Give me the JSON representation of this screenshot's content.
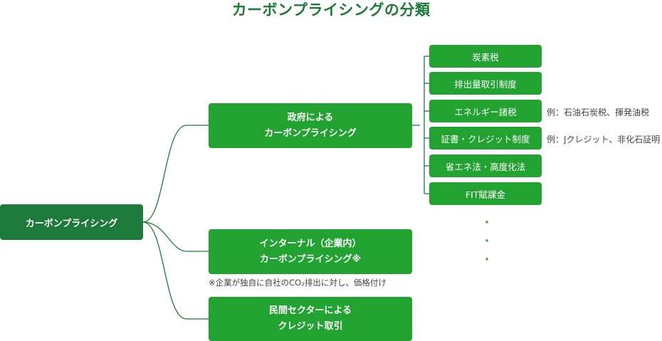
{
  "title": "カーボンプライシングの分類",
  "root": {
    "label": "カーボンプライシング"
  },
  "branches": {
    "government": {
      "line1": "政府による",
      "line2": "カーボンプライシング"
    },
    "internal": {
      "line1": "インターナル（企業内）",
      "line2": "カーボンプライシング※"
    },
    "private": {
      "line1": "民間セクターによる",
      "line2": "クレジット取引"
    }
  },
  "government_items": [
    {
      "label": "炭素税"
    },
    {
      "label": "排出量取引制度"
    },
    {
      "label": "エネルギー諸税",
      "example": "例：石油石炭税、揮発油税"
    },
    {
      "label": "証書・クレジット制度",
      "example": "例：Jクレジット、非化石証明"
    },
    {
      "label": "省エネ法・高度化法"
    },
    {
      "label": "FIT賦課金"
    }
  ],
  "ellipsis": "・",
  "footnote": "※企業が独自に自社のCO₂排出に対し、価格付け",
  "colors": {
    "title": "#1d7a3a",
    "root_fill": "#1d7a3a",
    "node_fill": "#22a331",
    "connector": "#1d7a3a",
    "note_text": "#444444"
  }
}
